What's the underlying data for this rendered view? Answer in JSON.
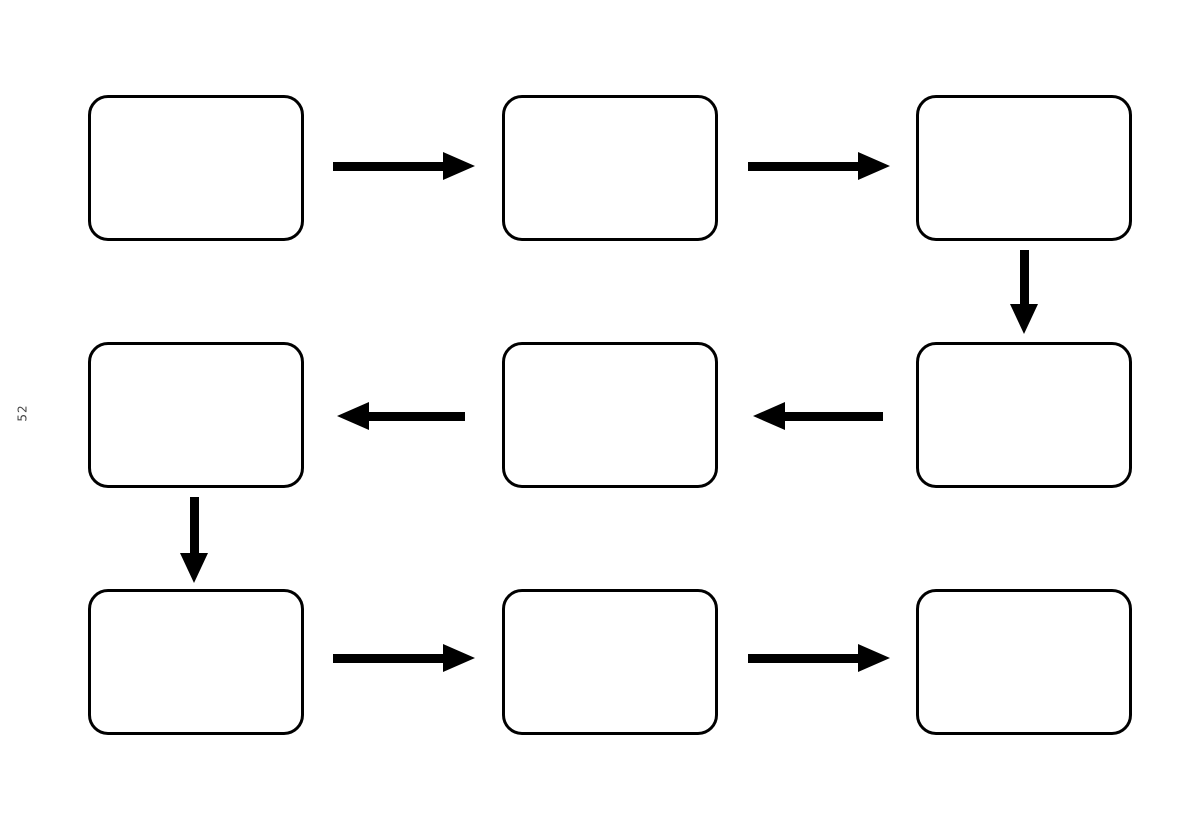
{
  "page": {
    "page_number": "52"
  },
  "flowchart": {
    "colors": {
      "stroke": "#000000",
      "background": "#ffffff",
      "page_number_text": "#444444"
    },
    "boxes": [
      {
        "id": "box-1",
        "row": 1,
        "col": 1,
        "label": ""
      },
      {
        "id": "box-2",
        "row": 1,
        "col": 2,
        "label": ""
      },
      {
        "id": "box-3",
        "row": 1,
        "col": 3,
        "label": ""
      },
      {
        "id": "box-4",
        "row": 2,
        "col": 1,
        "label": ""
      },
      {
        "id": "box-5",
        "row": 2,
        "col": 2,
        "label": ""
      },
      {
        "id": "box-6",
        "row": 2,
        "col": 3,
        "label": ""
      },
      {
        "id": "box-7",
        "row": 3,
        "col": 1,
        "label": ""
      },
      {
        "id": "box-8",
        "row": 3,
        "col": 2,
        "label": ""
      },
      {
        "id": "box-9",
        "row": 3,
        "col": 3,
        "label": ""
      }
    ],
    "arrows": [
      {
        "from": "box-1",
        "to": "box-2",
        "direction": "right"
      },
      {
        "from": "box-2",
        "to": "box-3",
        "direction": "right"
      },
      {
        "from": "box-3",
        "to": "box-6",
        "direction": "down"
      },
      {
        "from": "box-6",
        "to": "box-5",
        "direction": "left"
      },
      {
        "from": "box-5",
        "to": "box-4",
        "direction": "left"
      },
      {
        "from": "box-4",
        "to": "box-7",
        "direction": "down"
      },
      {
        "from": "box-7",
        "to": "box-8",
        "direction": "right"
      },
      {
        "from": "box-8",
        "to": "box-9",
        "direction": "right"
      }
    ]
  }
}
